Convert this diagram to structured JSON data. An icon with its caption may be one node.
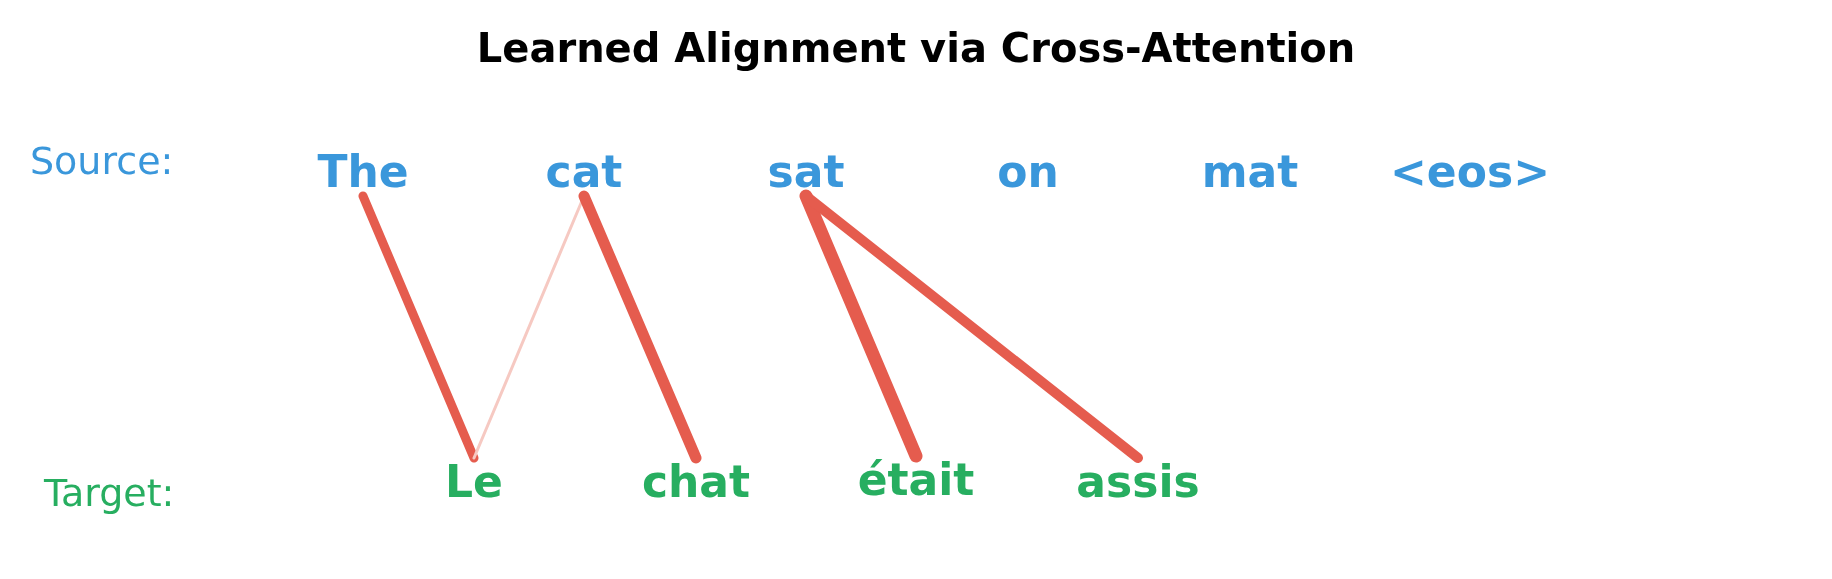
{
  "diagram": {
    "title": "Learned Alignment via Cross-Attention",
    "nodes": [
      {
        "text": [
          "The"
        ]
      },
      {
        "text": [
          "cat"
        ]
      },
      {
        "text": [
          "sat"
        ]
      },
      {
        "text": [
          "on"
        ]
      },
      {
        "text": [
          "mat"
        ]
      },
      {
        "text": [
          "<eos>"
        ]
      },
      {
        "text": [
          "Le"
        ]
      },
      {
        "text": [
          "chat"
        ]
      },
      {
        "text": [
          "était"
        ]
      },
      {
        "text": [
          "assis"
        ]
      }
    ],
    "edges": [
      {
        "from": 0,
        "to": 6,
        "arrow": "none"
      },
      {
        "from": 1,
        "to": 6,
        "arrow": "none",
        "color": "#f6c9c2"
      },
      {
        "from": 1,
        "to": 7,
        "arrow": "none"
      },
      {
        "from": 2,
        "to": 8,
        "arrow": "none"
      },
      {
        "from": 2,
        "to": 9,
        "arrow": "none"
      }
    ],
    "labels": [
      "Source:",
      "Target:"
    ]
  }
}
